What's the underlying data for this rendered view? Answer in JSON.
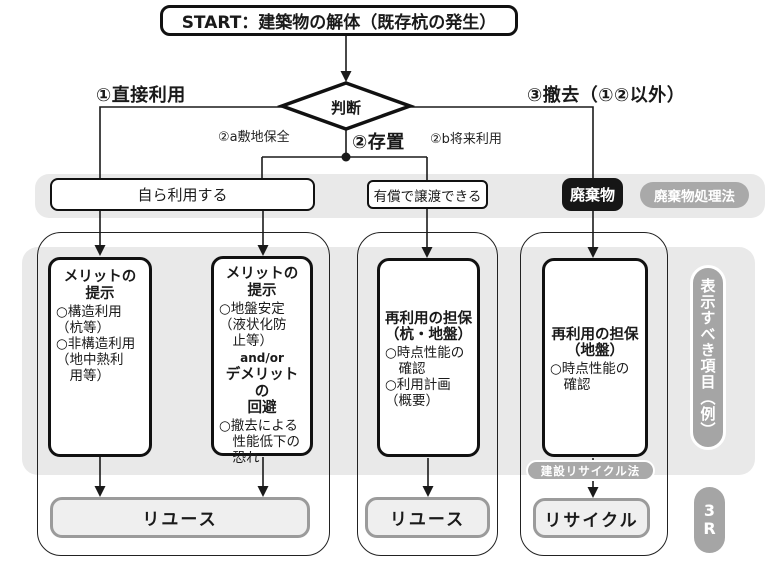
{
  "start": {
    "label": "START：建築物の解体（既存杭の発生）"
  },
  "decision": {
    "label": "判断"
  },
  "branches": {
    "direct_use": "①直接利用",
    "preserve": "②存置",
    "preserve_site": "②a敷地保全",
    "preserve_future": "②b将来利用",
    "removal": "③撤去（①②以外）"
  },
  "band": {
    "self_use": "自ら利用する",
    "transfer": "有償で譲渡できる",
    "waste": "廃棄物",
    "waste_law": "廃棄物処理法"
  },
  "columns": [
    {
      "heading": "メリットの\n提示",
      "body": "○構造利用\n（杭等）\n○非構造利用\n（地中熱利\n　用等）"
    },
    {
      "heading": "メリットの\n提示",
      "body": "○地盤安定\n（液状化防\n　止等）",
      "connector": "and/or",
      "heading2": "デメリットの\n回避",
      "body2": "○撤去による\n　性能低下の\n　恐れ"
    },
    {
      "heading": "再利用の担保\n（杭・地盤）",
      "body": "○時点性能の\n　確認\n○利用計画\n（概要）"
    },
    {
      "heading": "再利用の担保\n（地盤）",
      "body": "○時点性能の\n　確認"
    }
  ],
  "outputs": {
    "reuse1": "リユース",
    "reuse2": "リユース",
    "recycle": "リサイクル"
  },
  "pills": {
    "recycle_law": "建設リサイクル法",
    "display_items": "表示すべき項目（例）",
    "three_r": "3\nR"
  },
  "colors": {
    "band_gray": "#e9e9e9",
    "pill_gray": "#a9a9a9",
    "waste_black": "#161616",
    "output_fill": "#efefef",
    "output_border": "#9b9b9b",
    "line_black": "#1a1a1a"
  }
}
